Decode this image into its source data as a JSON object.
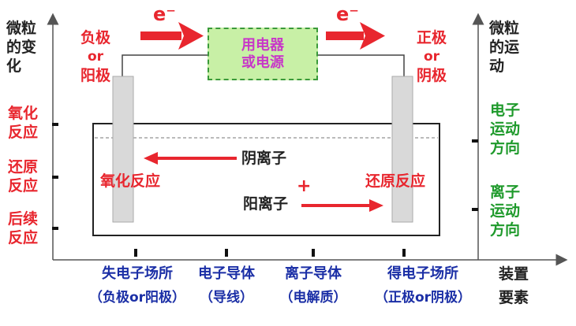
{
  "left_axis": {
    "title_lines": [
      "微粒",
      "的变",
      "化"
    ],
    "levels": [
      {
        "lines": [
          "氧化",
          "反应"
        ]
      },
      {
        "lines": [
          "还原",
          "反应"
        ]
      },
      {
        "lines": [
          "后续",
          "反应"
        ]
      }
    ]
  },
  "right_axis": {
    "title_lines": [
      "微粒",
      "的运",
      "动"
    ],
    "levels": [
      {
        "lines": [
          "电子",
          "运动",
          "方向"
        ]
      },
      {
        "lines": [
          "离子",
          "运动",
          "方向"
        ]
      }
    ]
  },
  "electron_symbol": "e⁻",
  "left_electrode_label": [
    "负极",
    "or",
    "阳极"
  ],
  "right_electrode_label": [
    "正极",
    "or",
    "阴极"
  ],
  "device_label": [
    "用电器",
    "或电源"
  ],
  "anion_label": "阴离子",
  "cation_label": "阳离子",
  "cation_charge": "+",
  "oxidation_label": "氧化反应",
  "reduction_label": "还原反应",
  "bottom_axis": {
    "items": [
      {
        "line1": "失电子场所",
        "line2": "（负极or阳极）"
      },
      {
        "line1": "电子导体",
        "line2": "（导线）"
      },
      {
        "line1": "离子导体",
        "line2": "（电解质）"
      },
      {
        "line1": "得电子场所",
        "line2": "（正极or阴极）"
      }
    ],
    "title_lines": [
      "装置",
      "要素"
    ]
  },
  "colors": {
    "red": "#e8262e",
    "green": "#1f9a2c",
    "blue": "#1b2fa6",
    "device_fill": "#c8f0a6",
    "device_text": "#c838c8"
  }
}
